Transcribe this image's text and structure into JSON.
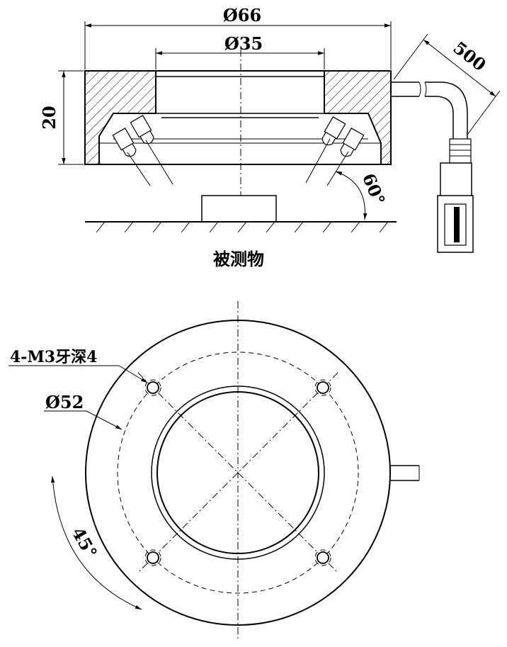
{
  "dimensions": {
    "outer_diameter": "Ø66",
    "inner_diameter": "Ø35",
    "height": "20",
    "cable_length": "500",
    "angle": "60°",
    "hole_circle": "Ø52",
    "thread_spec": "4-M3牙深4",
    "hole_angle": "45°"
  },
  "labels": {
    "object": "被测物"
  }
}
